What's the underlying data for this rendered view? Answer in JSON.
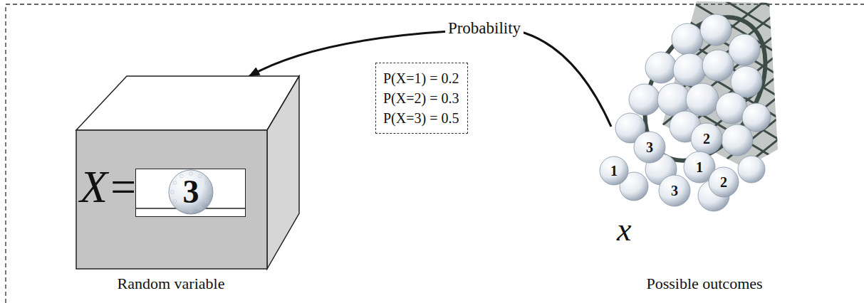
{
  "diagram": {
    "nodes": [
      {
        "text": [
          "X=",
          "Random variable"
        ]
      },
      {
        "text": [
          "3"
        ],
        "in": 0
      },
      {
        "text": [
          "P(X=1) = 0.2",
          "P(X=2) = 0.3",
          "P(X=3) = 0.5"
        ]
      },
      {
        "text": [
          "x",
          "Possible outcomes"
        ]
      }
    ],
    "edges": [
      {
        "from": 3,
        "to": 0,
        "arrow": "to",
        "label": "Probability"
      }
    ],
    "labels": [
      "3",
      "2",
      "1",
      "1",
      "3",
      "2"
    ]
  }
}
